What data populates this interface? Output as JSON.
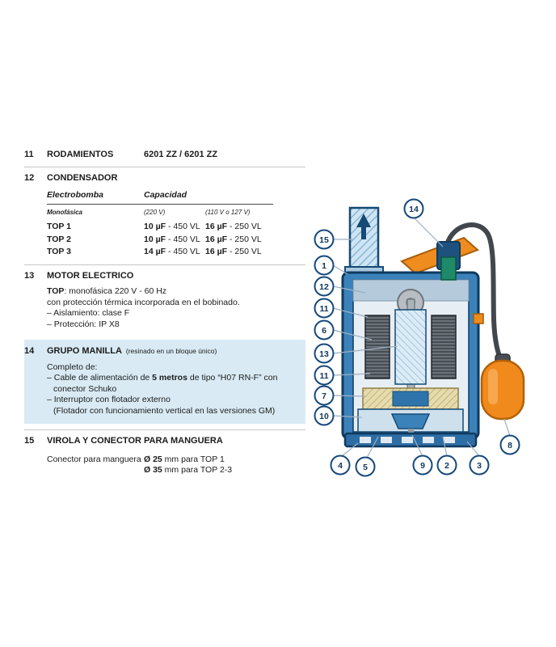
{
  "colors": {
    "highlight_bg": "#d9eaf4",
    "pump_blue": "#3b82ba",
    "pump_dark_blue": "#0f3a60",
    "float_orange": "#f18a1d"
  },
  "sections": {
    "rodamientos": {
      "num": "11",
      "title": "RODAMIENTOS",
      "value": "6201 ZZ / 6201 ZZ"
    },
    "condensador": {
      "num": "12",
      "title": "CONDENSADOR",
      "col_model": "Electrobomba",
      "col_cap": "Capacidad",
      "sub_model": "Monofásica",
      "sub_220": "(220 V)",
      "sub_110": "(110 V o 127 V)",
      "rows": [
        {
          "model": "TOP 1",
          "cap220_b": "10 µF",
          "cap220_r": " - 450 VL",
          "cap110_b": "16 µF",
          "cap110_r": " - 250 VL"
        },
        {
          "model": "TOP 2",
          "cap220_b": "10 µF",
          "cap220_r": " - 450 VL",
          "cap110_b": "16 µF",
          "cap110_r": " - 250 VL"
        },
        {
          "model": "TOP 3",
          "cap220_b": "14 µF",
          "cap220_r": " - 450 VL",
          "cap110_b": "16 µF",
          "cap110_r": " - 250 VL"
        }
      ]
    },
    "motor": {
      "num": "13",
      "title": "MOTOR ELECTRICO",
      "line1_b": "TOP",
      "line1_r": ": monofásica 220 V - 60 Hz",
      "line2": "con protección térmica incorporada en el bobinado.",
      "line3": "– Aislamiento: clase F",
      "line4": "– Protección: IP X8"
    },
    "manilla": {
      "num": "14",
      "title": "GRUPO MANILLA",
      "title_note": "(resinado en un bloque único)",
      "line1": "Completo de:",
      "line2_a": "– Cable de alimentación de ",
      "line2_b": "5 metros",
      "line2_c": " de tipo “H07 RN-F” con",
      "line3": "conector Schuko",
      "line4": "– Interruptor con flotador externo",
      "line5": "(Flotador con funcionamiento vertical en las versiones GM)"
    },
    "virola": {
      "num": "15",
      "title": "VIROLA Y CONECTOR PARA MANGUERA",
      "label": "Conector para manguera",
      "opt1_b": "Ø 25",
      "opt1_r": " mm para TOP 1",
      "opt2_b": "Ø 35",
      "opt2_r": " mm para TOP 2-3"
    }
  },
  "diagram": {
    "callouts": [
      "14",
      "15",
      "1",
      "12",
      "11",
      "6",
      "13",
      "11",
      "7",
      "10",
      "8",
      "4",
      "5",
      "9",
      "2",
      "3"
    ]
  }
}
